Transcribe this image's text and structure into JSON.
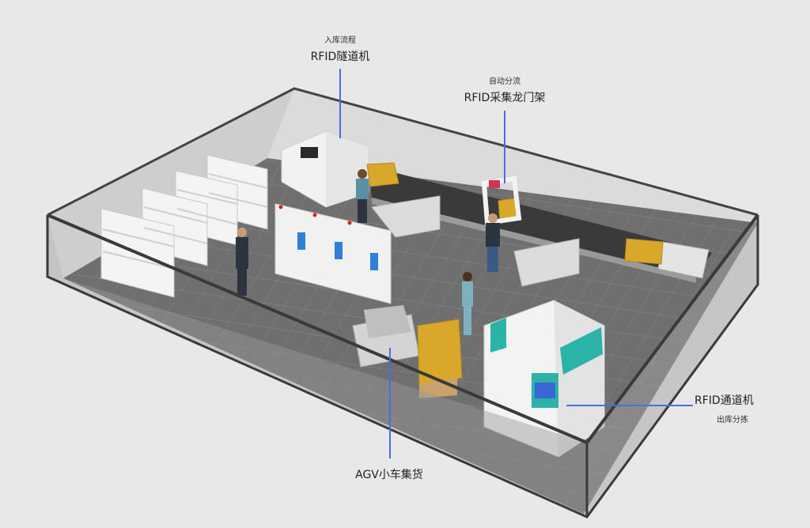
{
  "callouts": {
    "tunnel": {
      "sub": "入库流程",
      "main": "RFID隧道机"
    },
    "gantry": {
      "sub": "自动分流",
      "main": "RFID采集龙门架"
    },
    "channel": {
      "main": "RFID通道机",
      "sub": "出库分拣"
    },
    "agv": {
      "main": "AGV小车集货"
    }
  },
  "colors": {
    "background": "#e8e8e8",
    "floor": "#7a7a7a",
    "wall_glass": "#9c9c9c",
    "leader_line": "#4a6ee0",
    "teal_accent": "#2bb3a8",
    "box_yellow": "#d9a82a"
  }
}
